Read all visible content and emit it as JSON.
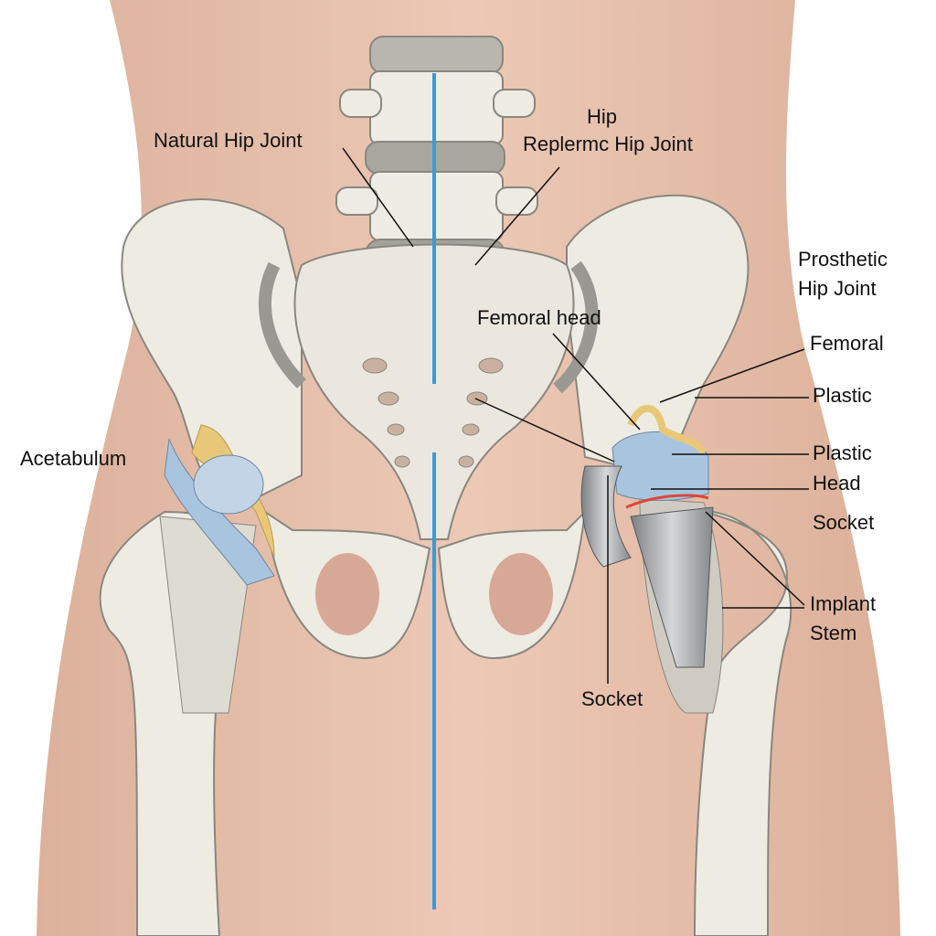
{
  "labels": {
    "natural_hip_joint": "Natural Hip Joint",
    "hip": "Hip",
    "replacement_hip_joint": "Replermc Hip Joint",
    "prosthetic": "Prosthetic",
    "hip_joint": "Hip Joint",
    "femoral_head": "Femoral head",
    "femoral": "Femoral",
    "plastic_1": "Plastic",
    "acetabulum": "Acetabulum",
    "plastic_2": "Plastic",
    "head": "Head",
    "socket_right": "Socket",
    "implant": "Implant",
    "stem": "Stem",
    "socket_bottom": "Socket"
  },
  "colors": {
    "skin": "#e6c2ae",
    "bone": "#eeebe3",
    "midline": "#3a9ad9",
    "cartilage": "#e8c878",
    "liner": "#a9c4de",
    "metal": "#9a9c9f",
    "accent_red": "#d9483a"
  }
}
